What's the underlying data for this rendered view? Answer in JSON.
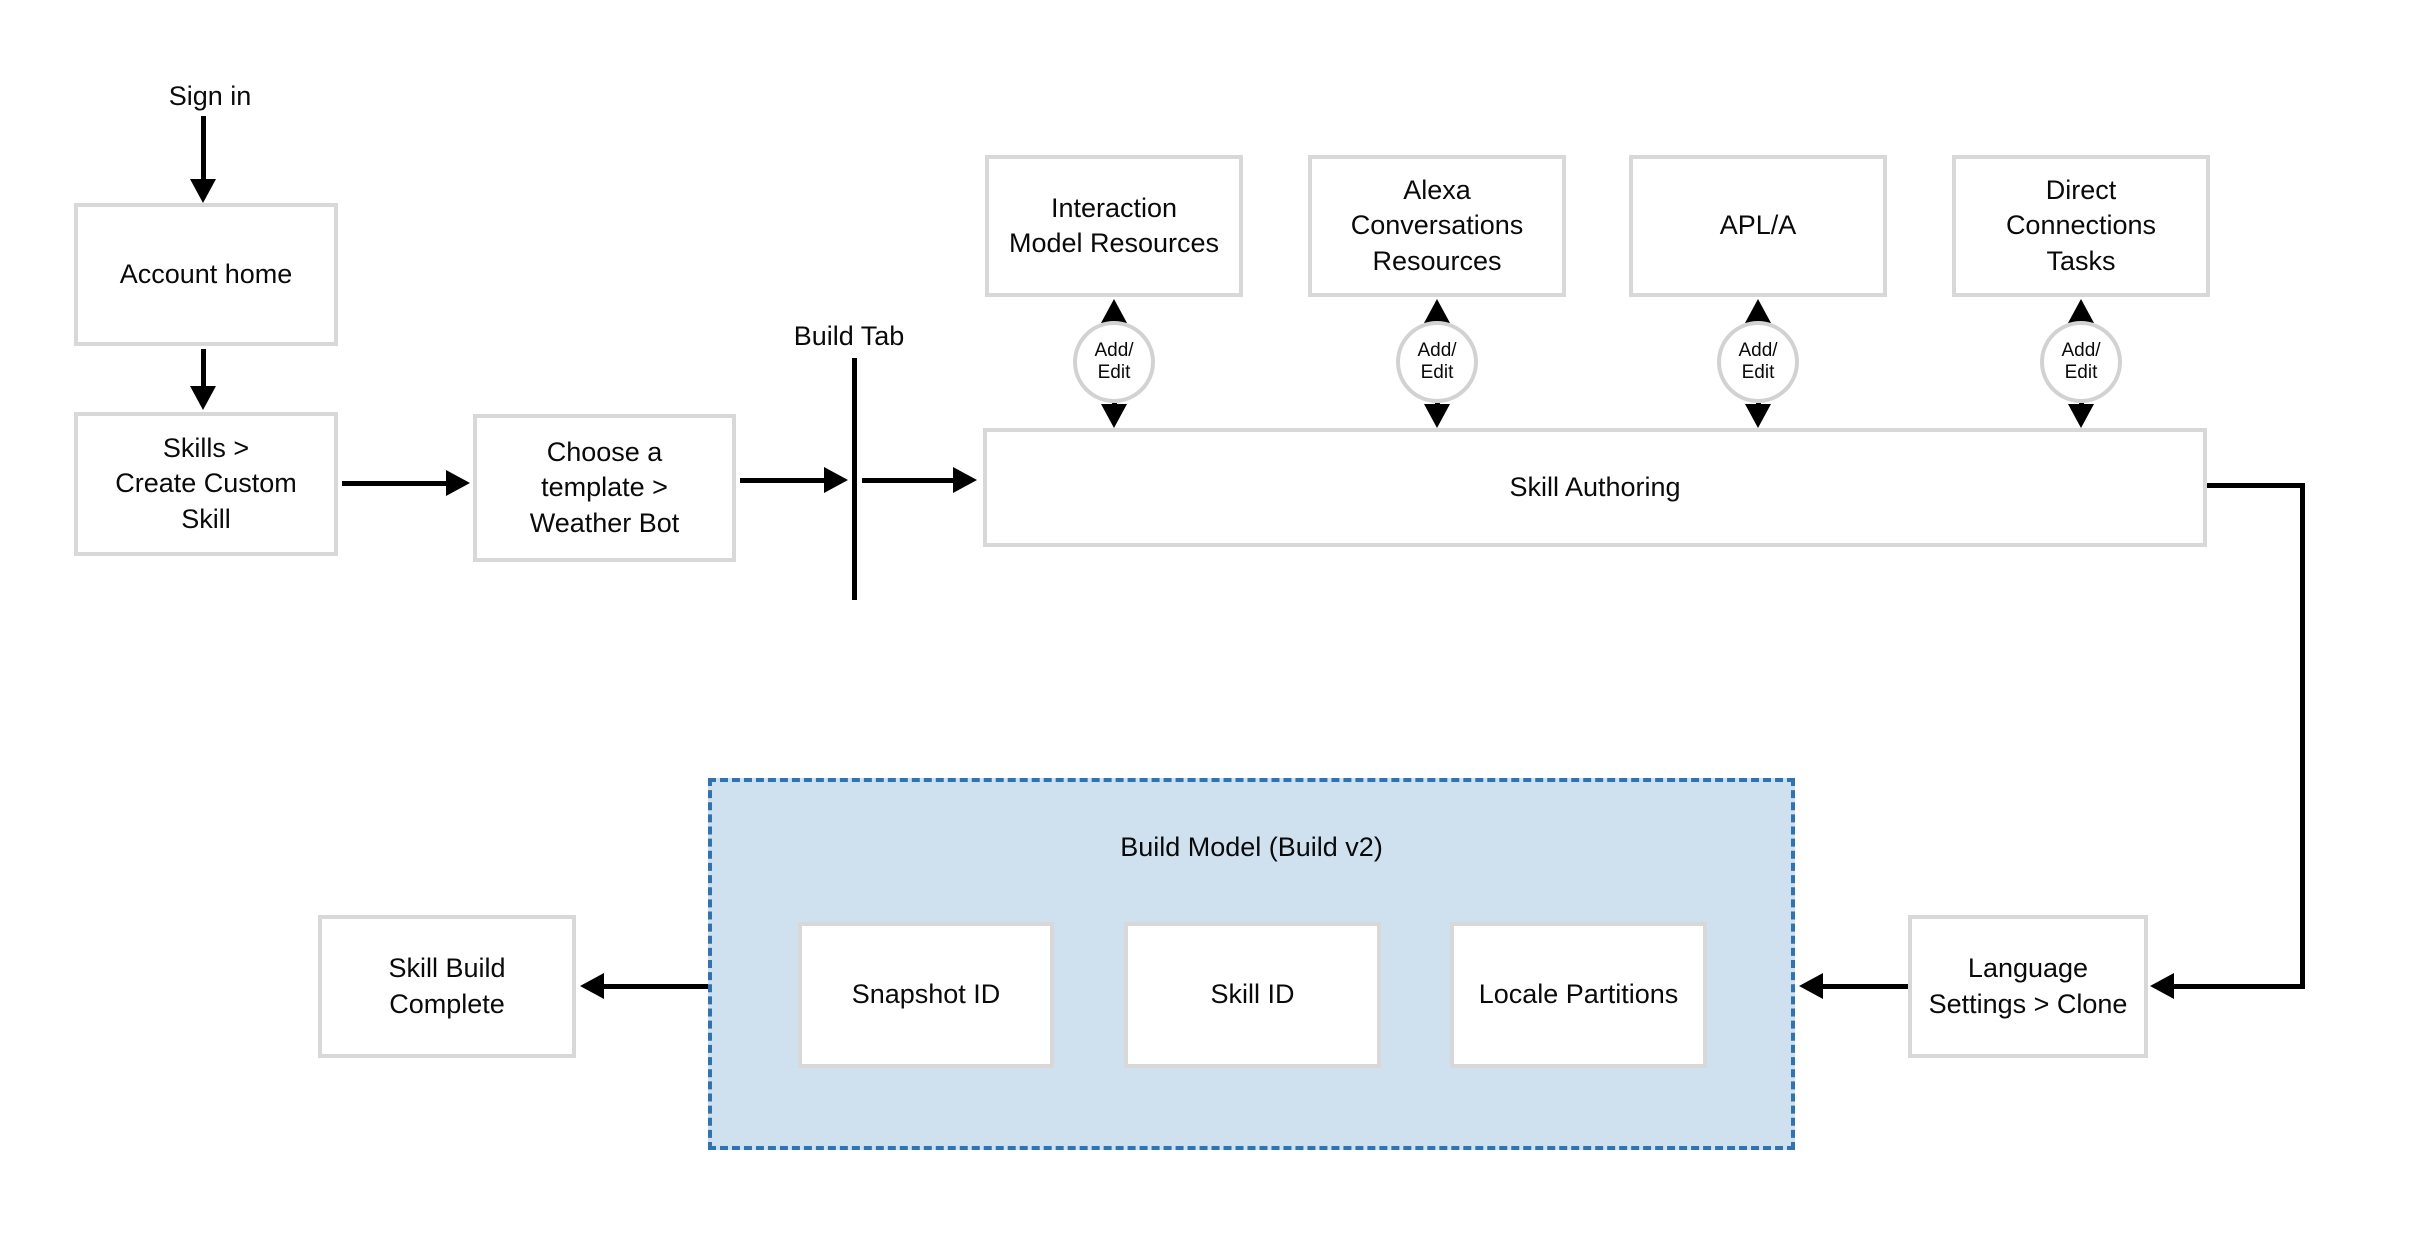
{
  "labels": {
    "sign_in": "Sign in",
    "build_tab": "Build Tab"
  },
  "nodes": {
    "account_home": "Account home",
    "skills_create_custom_skill": "Skills >\nCreate Custom\nSkill",
    "choose_template_weather_bot": "Choose a\ntemplate >\nWeather Bot",
    "interaction_model_resources": "Interaction\nModel Resources",
    "alexa_conversations_resources": "Alexa\nConversations\nResources",
    "apl_a": "APL/A",
    "direct_connections_tasks": "Direct\nConnections\nTasks",
    "skill_authoring": "Skill Authoring",
    "language_settings_clone": "Language\nSettings > Clone",
    "skill_build_complete": "Skill Build\nComplete"
  },
  "group": {
    "build_model": {
      "title": "Build Model (Build v2)",
      "children": {
        "snapshot_id": "Snapshot ID",
        "skill_id": "Skill ID",
        "locale_partitions": "Locale Partitions"
      }
    }
  },
  "connector_labels": {
    "add_edit": "Add/\nEdit"
  },
  "colors": {
    "arrow": "#000000",
    "box_border": "#d8d8d8",
    "circle_border": "#d2d2d2",
    "group_fill": "#cfe1ee",
    "group_border": "#2e74b5",
    "text": "#0a0a0a",
    "background": "#ffffff"
  }
}
